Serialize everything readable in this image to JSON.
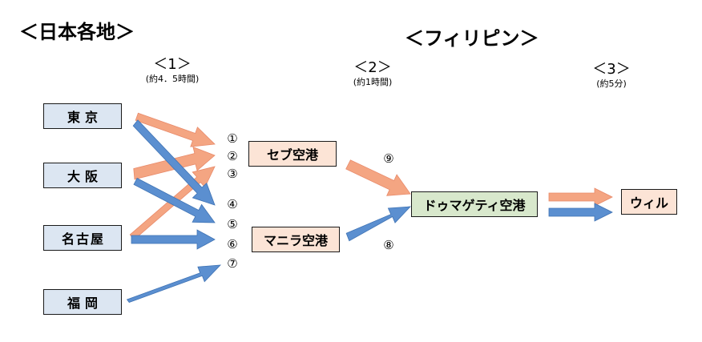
{
  "headings": {
    "japan": "＜日本各地＞",
    "philippines": "＜フィリピン＞"
  },
  "steps": [
    {
      "num": "＜1＞",
      "duration": "(約4．5時間)"
    },
    {
      "num": "＜2＞",
      "duration": "(約1時間)"
    },
    {
      "num": "＜3＞",
      "duration": "(約5分)"
    }
  ],
  "cities": [
    "東京",
    "大阪",
    "名古屋",
    "福岡"
  ],
  "airports": {
    "cebu": "セブ空港",
    "manila": "マニラ空港",
    "dumaguete": "ドゥマゲティ空港"
  },
  "destination": "ウィル",
  "routes": [
    "①",
    "②",
    "③",
    "④",
    "⑤",
    "⑥",
    "⑦",
    "⑧",
    "⑨"
  ],
  "colors": {
    "orange_arrow": "#f4a582",
    "blue_arrow": "#5b8fd0",
    "city_box": "#dce6f2",
    "peach_box": "#fce4d6",
    "green_box": "#d8e8cc"
  }
}
